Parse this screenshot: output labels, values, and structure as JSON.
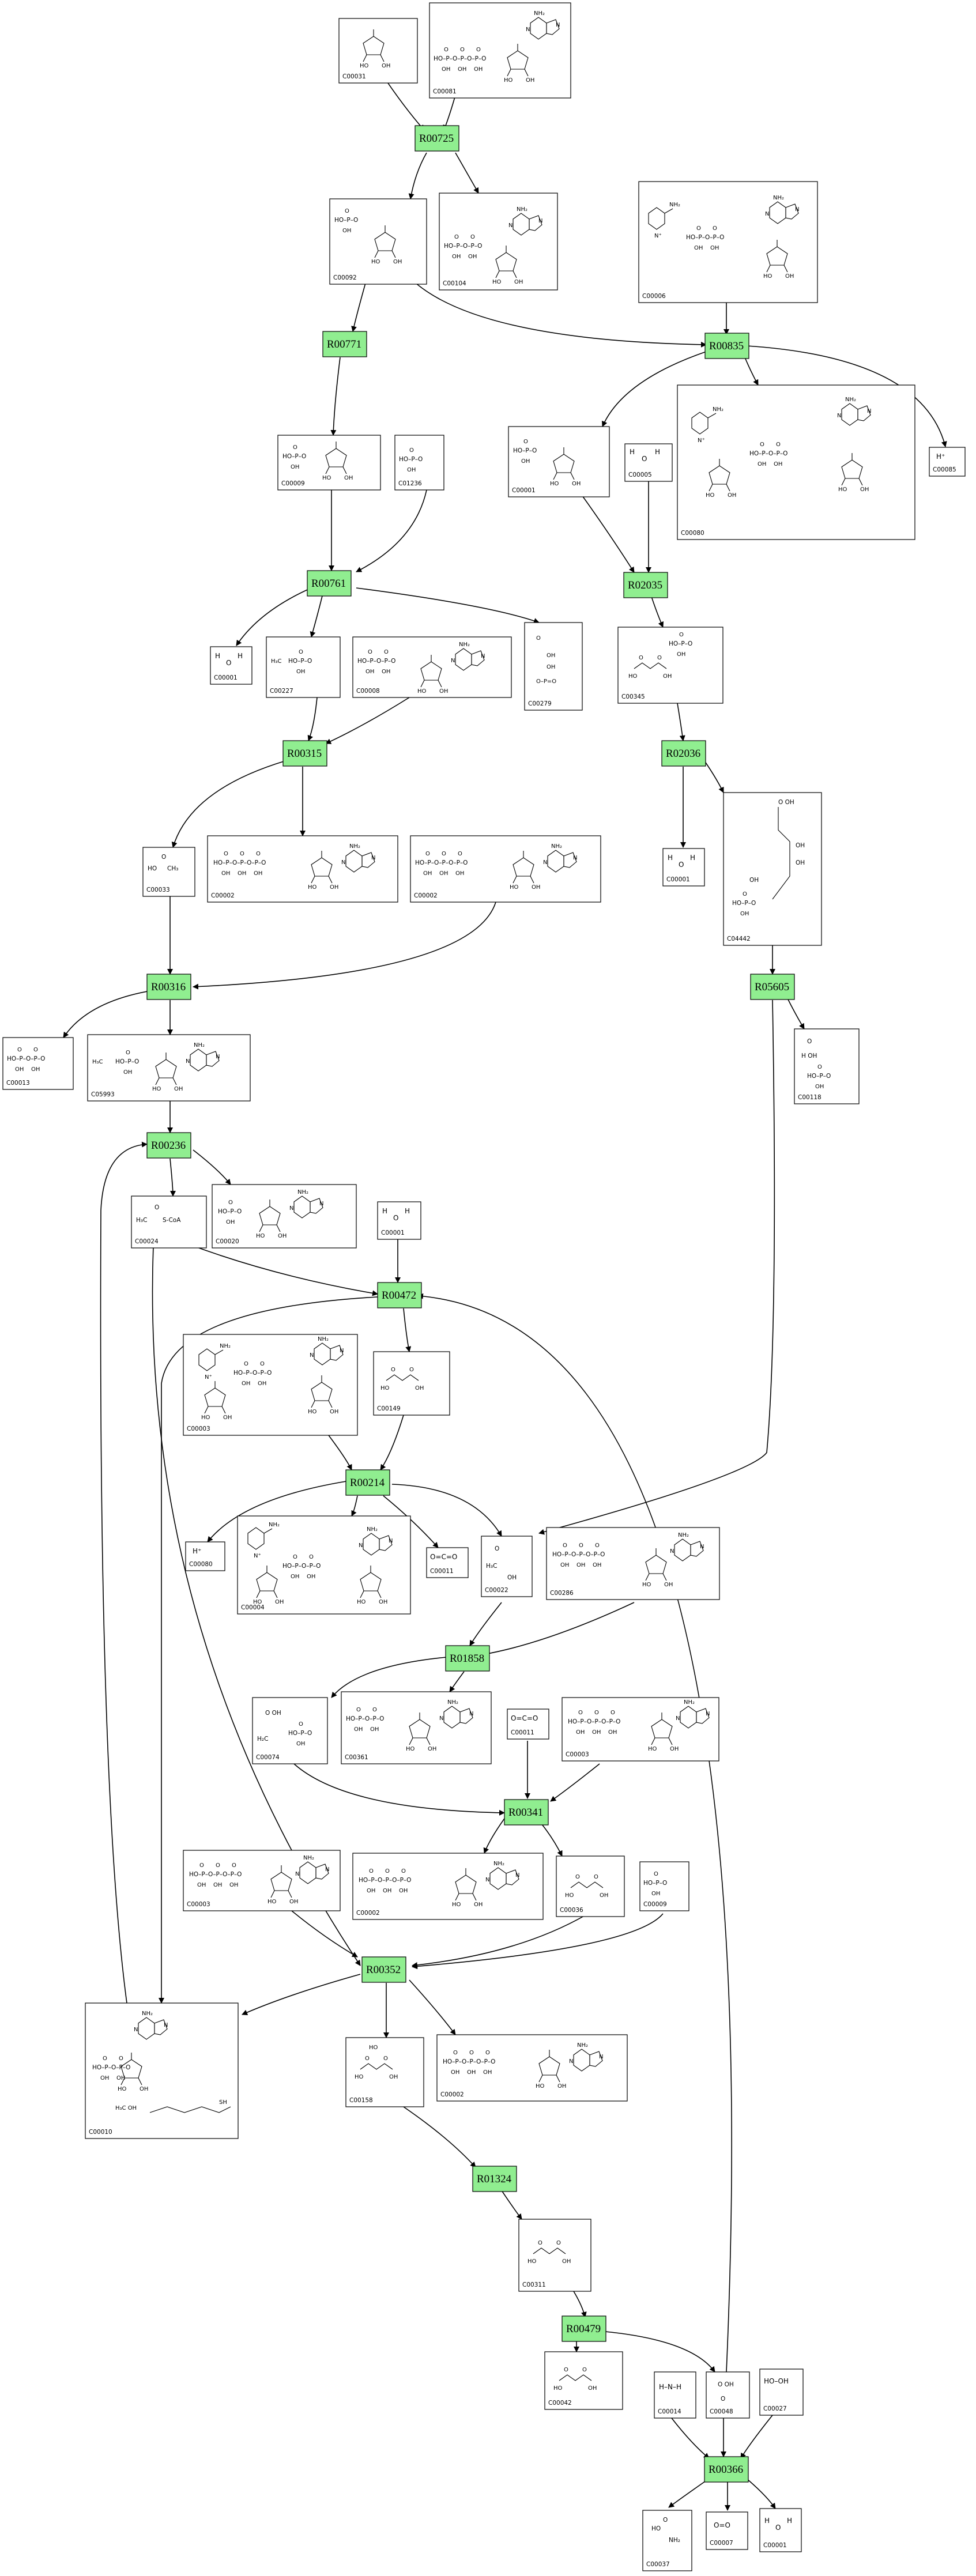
{
  "diagram": {
    "reactions": [
      {
        "id": "R00725"
      },
      {
        "id": "R00771"
      },
      {
        "id": "R00835"
      },
      {
        "id": "R00761"
      },
      {
        "id": "R02035"
      },
      {
        "id": "R00315"
      },
      {
        "id": "R02036"
      },
      {
        "id": "R00316"
      },
      {
        "id": "R05605"
      },
      {
        "id": "R00236"
      },
      {
        "id": "R00472"
      },
      {
        "id": "R00214"
      },
      {
        "id": "R01858"
      },
      {
        "id": "R00341"
      },
      {
        "id": "R00352"
      },
      {
        "id": "R01324"
      },
      {
        "id": "R00479"
      },
      {
        "id": "R00366"
      }
    ],
    "compounds": [
      {
        "id": "C00031"
      },
      {
        "id": "C00081"
      },
      {
        "id": "C00092"
      },
      {
        "id": "C00104"
      },
      {
        "id": "C00006"
      },
      {
        "id": "C00085"
      },
      {
        "id": "C00009"
      },
      {
        "id": "C01236"
      },
      {
        "id": "C00001"
      },
      {
        "id": "C00005"
      },
      {
        "id": "C00080"
      },
      {
        "id": "C00001"
      },
      {
        "id": "C00227"
      },
      {
        "id": "C00008"
      },
      {
        "id": "C00279"
      },
      {
        "id": "C00345"
      },
      {
        "id": "C00033"
      },
      {
        "id": "C00002"
      },
      {
        "id": "C00002"
      },
      {
        "id": "C00001"
      },
      {
        "id": "C04442"
      },
      {
        "id": "C00013"
      },
      {
        "id": "C05993"
      },
      {
        "id": "C00118"
      },
      {
        "id": "C00024"
      },
      {
        "id": "C00020"
      },
      {
        "id": "C00001"
      },
      {
        "id": "C00003"
      },
      {
        "id": "C00149"
      },
      {
        "id": "C00080"
      },
      {
        "id": "C00004"
      },
      {
        "id": "C00011"
      },
      {
        "id": "C00022"
      },
      {
        "id": "C00286"
      },
      {
        "id": "C00074"
      },
      {
        "id": "C00361"
      },
      {
        "id": "C00011"
      },
      {
        "id": "C00003"
      },
      {
        "id": "C00003"
      },
      {
        "id": "C00002"
      },
      {
        "id": "C00036"
      },
      {
        "id": "C00009"
      },
      {
        "id": "C00010"
      },
      {
        "id": "C00158"
      },
      {
        "id": "C00002"
      },
      {
        "id": "C00311"
      },
      {
        "id": "C00042"
      },
      {
        "id": "C00014"
      },
      {
        "id": "C00048"
      },
      {
        "id": "C00027"
      },
      {
        "id": "C00037"
      },
      {
        "id": "C00007"
      },
      {
        "id": "C00001"
      }
    ],
    "labels": {
      "hplus": "H⁺",
      "water_h1": "H",
      "water_o": "O",
      "water_h2": "H",
      "co2": "O=C=O",
      "o2": "O=O",
      "h2o2": "HO–OH",
      "nh3": "H–N–H",
      "coa": "S-CoA"
    }
  }
}
